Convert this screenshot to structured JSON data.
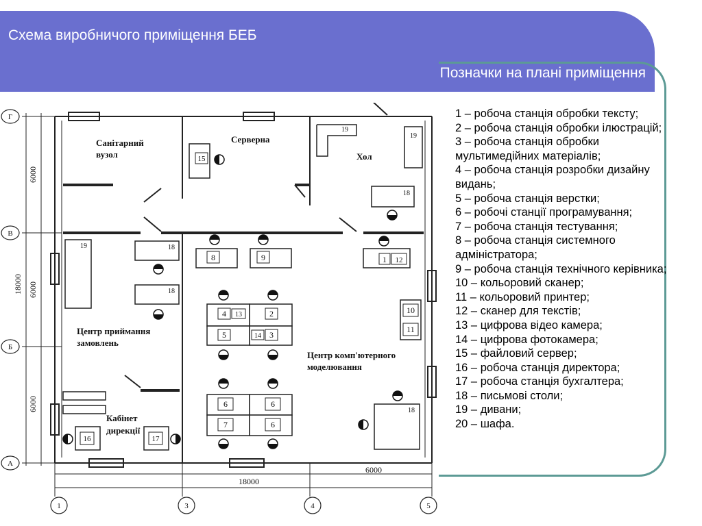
{
  "slide": {
    "title": "Схема виробничого приміщення БЕБ",
    "subtitle": "Позначки на плані приміщення"
  },
  "colors": {
    "band": "#6a6fcf",
    "frame": "#5c9a95",
    "text": "#000000"
  },
  "plan": {
    "axes_rows": [
      "Г",
      "В",
      "Б",
      "А"
    ],
    "axes_cols": [
      "1",
      "3",
      "4",
      "5"
    ],
    "dims": {
      "left_segment": "6000",
      "left_total": "18000",
      "bottom_total": "18000",
      "bottom_right": "6000"
    },
    "rooms": {
      "sanitary_1": "Санітарний",
      "sanitary_2": "вузол",
      "server": "Серверна",
      "hall": "Хол",
      "orders_1": "Центр приймання",
      "orders_2": "замовлень",
      "modeling_1": "Центр комп'ютерного",
      "modeling_2": "моделювання",
      "director_1": "Кабінет",
      "director_2": "дирекції"
    },
    "items": {
      "i19a": "19",
      "i19b": "19",
      "i19c": "19",
      "i18a": "18",
      "i18b": "18",
      "i18c": "18",
      "i18d": "18",
      "i15": "15",
      "i1": "1",
      "i12": "12",
      "i8": "8",
      "i9": "9",
      "i4": "4",
      "i13": "13",
      "i2": "2",
      "i5": "5",
      "i14": "14",
      "i3": "3",
      "i10": "10",
      "i11": "11",
      "i6a": "6",
      "i6b": "6",
      "i7": "7",
      "i6c": "6",
      "i16": "16",
      "i17": "17"
    }
  },
  "legend": [
    "1 – робоча станція обробки тексту;",
    "2 – робоча станція обробки ілюстрацій;",
    "3 – робоча станція обробки мультимедійних матеріалів;",
    "4 – робоча станція розробки дизайну видань;",
    "5 – робоча станція верстки;",
    "6 – робочі станції програмування;",
    "7 – робоча станція тестування;",
    "8 – робоча станція системного адміністратора;",
    "9 – робоча станція технічного керівника;",
    "10 – кольоровий сканер;",
    "11 – кольоровий принтер;",
    "12 – сканер для текстів;",
    "13 – цифрова відео камера;",
    "14 – цифрова фотокамера;",
    "15 – файловий сервер;",
    "16 – робоча станція директора;",
    "17 – робоча станція бухгалтера;",
    "18 – письмові столи;",
    "19 – дивани;",
    "20 – шафа."
  ]
}
